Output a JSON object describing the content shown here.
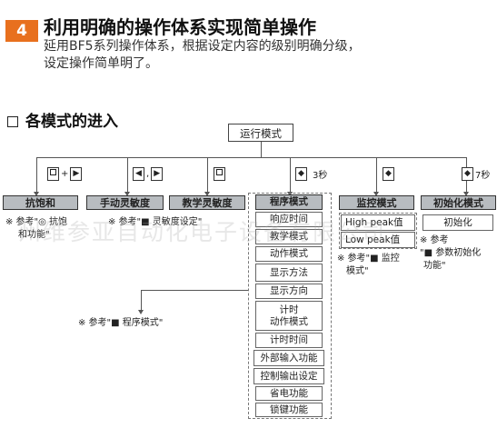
{
  "section_number": "4",
  "heading": "利用明确的操作体系实现简单操作",
  "description": [
    "延用BF5系列操作体系，根据设定内容的级别明确分级，",
    "设定操作简单明了。"
  ],
  "section_title": "各模式的进入",
  "root": "运行模式",
  "keys": {
    "k1": [
      "+",
      "▶"
    ],
    "k2": [
      "◀",
      ",",
      "▶"
    ],
    "k3": [],
    "k4": [
      "◆",
      "3秒"
    ],
    "k5": [
      "◆"
    ],
    "k6": [
      "◆",
      "7秒"
    ]
  },
  "modes": {
    "m1": "抗饱和",
    "m2": "手动灵敏度",
    "m3": "教学灵敏度",
    "m4": "程序模式",
    "m5": "监控模式",
    "m6": "初始化模式"
  },
  "notes": {
    "n1": [
      "※ 参考\"◎ 抗饱",
      "和功能\""
    ],
    "n2": "※ 参考\"■ 灵敏度设定\"",
    "n_program": "※ 参考\"■ 程序模式\"",
    "n5": [
      "※ 参考\"■ 监控",
      "模式\""
    ],
    "n6": [
      "※ 参考",
      "\"■ 参数初始化",
      "功能\""
    ]
  },
  "program_items": [
    "响应时间",
    "教学模式",
    "动作模式",
    "显示方法",
    "显示方向",
    "计时\n动作模式",
    "计时时间",
    "外部输入功能",
    "控制输出设定",
    "省电功能",
    "锁键功能"
  ],
  "monitor_items": [
    "High peak值",
    "Low peak值"
  ],
  "init_item": "初始化",
  "watermark": "州维参亚自动化电子设备有限公司"
}
